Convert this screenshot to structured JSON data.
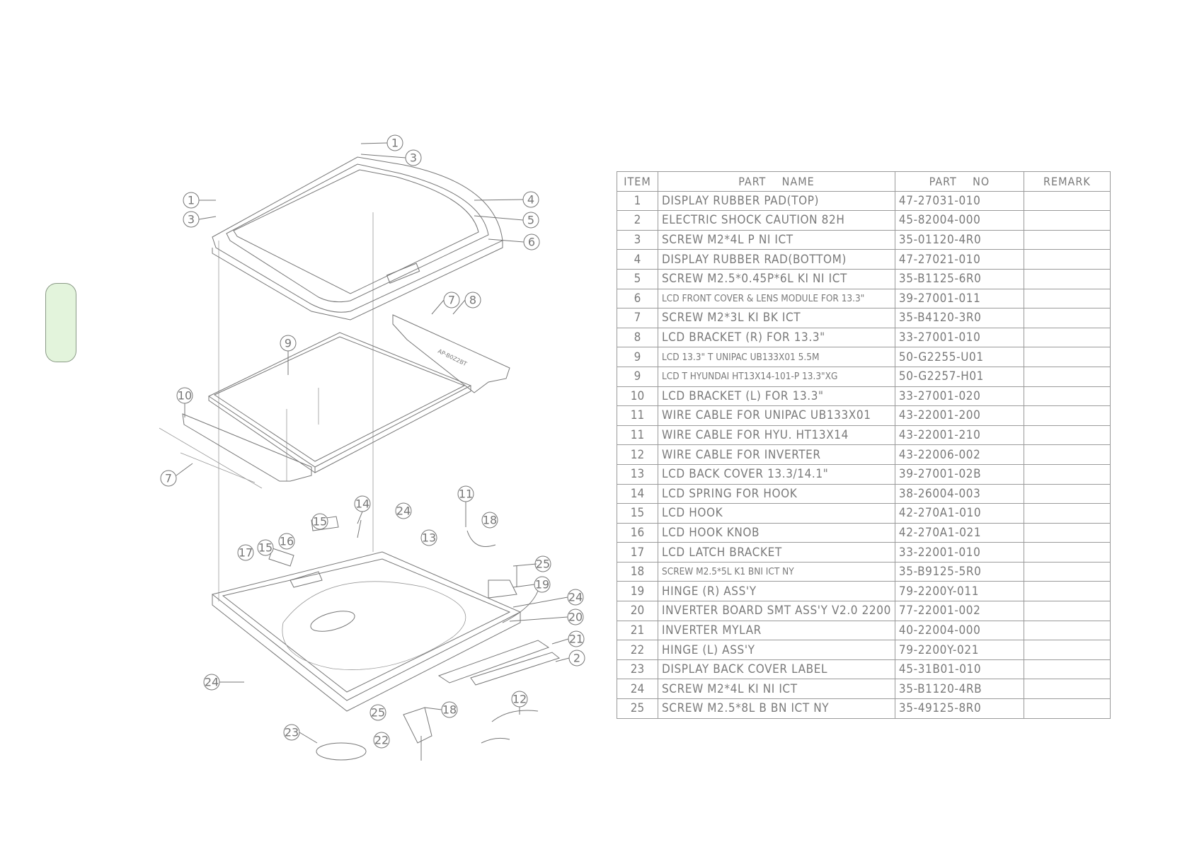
{
  "table": {
    "headers": {
      "item": "ITEM",
      "part_name": "PART    NAME",
      "part_no": "PART    NO",
      "remark": "REMARK"
    },
    "rows": [
      {
        "item": "1",
        "name": "DISPLAY RUBBER PAD(TOP)",
        "part_no": "47-27031-010",
        "remark": ""
      },
      {
        "item": "2",
        "name": "ELECTRIC SHOCK CAUTION 82H",
        "part_no": "45-82004-000",
        "remark": ""
      },
      {
        "item": "3",
        "name": "SCREW M2*4L P NI ICT",
        "part_no": "35-01120-4R0",
        "remark": ""
      },
      {
        "item": "4",
        "name": "DISPLAY RUBBER RAD(BOTTOM)",
        "part_no": "47-27021-010",
        "remark": ""
      },
      {
        "item": "5",
        "name": "SCREW M2.5*0.45P*6L KI NI ICT",
        "part_no": "35-B1125-6R0",
        "remark": ""
      },
      {
        "item": "6",
        "name": "LCD FRONT COVER & LENS MODULE FOR 13.3\"",
        "part_no": "39-27001-011",
        "remark": ""
      },
      {
        "item": "7",
        "name": "SCREW M2*3L KI BK ICT",
        "part_no": "35-B4120-3R0",
        "remark": ""
      },
      {
        "item": "8",
        "name": "LCD BRACKET (R) FOR 13.3\"",
        "part_no": "33-27001-010",
        "remark": ""
      },
      {
        "item": "9",
        "name": "LCD 13.3\" T UNIPAC UB133X01 5.5M",
        "part_no": "50-G2255-U01",
        "remark": ""
      },
      {
        "item": "9",
        "name": "LCD T HYUNDAI HT13X14-101-P 13.3\"XG",
        "part_no": "50-G2257-H01",
        "remark": ""
      },
      {
        "item": "10",
        "name": "LCD BRACKET (L) FOR 13.3\"",
        "part_no": "33-27001-020",
        "remark": ""
      },
      {
        "item": "11",
        "name": "WIRE CABLE FOR UNIPAC UB133X01",
        "part_no": "43-22001-200",
        "remark": ""
      },
      {
        "item": "11",
        "name": "WIRE CABLE FOR HYU. HT13X14",
        "part_no": "43-22001-210",
        "remark": ""
      },
      {
        "item": "12",
        "name": "WIRE CABLE FOR INVERTER",
        "part_no": "43-22006-002",
        "remark": ""
      },
      {
        "item": "13",
        "name": "LCD BACK COVER 13.3/14.1\"",
        "part_no": "39-27001-02B",
        "remark": ""
      },
      {
        "item": "14",
        "name": "LCD SPRING FOR HOOK",
        "part_no": "38-26004-003",
        "remark": ""
      },
      {
        "item": "15",
        "name": "LCD HOOK",
        "part_no": "42-270A1-010",
        "remark": ""
      },
      {
        "item": "16",
        "name": "LCD HOOK KNOB",
        "part_no": "42-270A1-021",
        "remark": ""
      },
      {
        "item": "17",
        "name": "LCD LATCH BRACKET",
        "part_no": "33-22001-010",
        "remark": ""
      },
      {
        "item": "18",
        "name": "SCREW M2.5*5L K1 BNI ICT NY",
        "part_no": "35-B9125-5R0",
        "remark": ""
      },
      {
        "item": "19",
        "name": "HINGE (R) ASS'Y",
        "part_no": "79-2200Y-011",
        "remark": ""
      },
      {
        "item": "20",
        "name": "INVERTER BOARD SMT ASS'Y V2.0 2200",
        "part_no": "77-22001-002",
        "remark": ""
      },
      {
        "item": "21",
        "name": "INVERTER MYLAR",
        "part_no": "40-22004-000",
        "remark": ""
      },
      {
        "item": "22",
        "name": "HINGE (L) ASS'Y",
        "part_no": "79-2200Y-021",
        "remark": ""
      },
      {
        "item": "23",
        "name": "DISPLAY BACK COVER LABEL",
        "part_no": "45-31B01-010",
        "remark": ""
      },
      {
        "item": "24",
        "name": "SCREW M2*4L KI NI ICT",
        "part_no": "35-B1120-4RB",
        "remark": ""
      },
      {
        "item": "25",
        "name": "SCREW M2.5*8L B BN ICT NY",
        "part_no": "35-49125-8R0",
        "remark": ""
      }
    ]
  },
  "diagram": {
    "callouts": [
      "1",
      "3",
      "1",
      "3",
      "4",
      "5",
      "6",
      "7",
      "8",
      "9",
      "10",
      "7",
      "11",
      "14",
      "24",
      "15",
      "18",
      "17",
      "15",
      "16",
      "13",
      "25",
      "19",
      "24",
      "20",
      "21",
      "2",
      "24",
      "25",
      "18",
      "12",
      "23",
      "22"
    ],
    "panel_text": "AP-B0Z2BT"
  }
}
